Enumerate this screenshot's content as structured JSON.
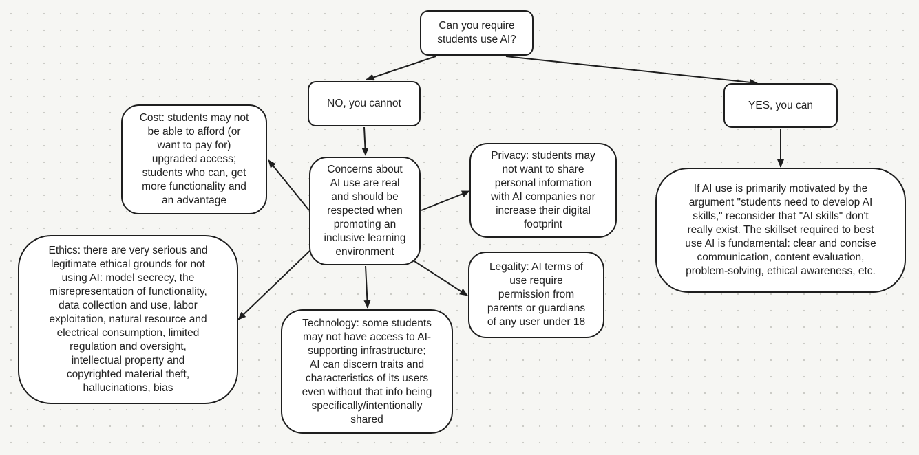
{
  "diagram": {
    "nodes": {
      "root": "Can you require\nstudents use AI?",
      "no": "NO, you cannot",
      "yes": "YES, you can",
      "concerns": "Concerns about\nAI use are real\nand should be\nrespected when\npromoting an\ninclusive learning\nenvironment",
      "cost": "Cost: students may not\nbe able to afford (or\nwant to pay for)\nupgraded access;\nstudents who can, get\nmore functionality and\nan advantage",
      "privacy": "Privacy: students may\nnot want to share\npersonal information\nwith AI companies nor\nincrease their digital\nfootprint",
      "legality": "Legality: AI terms of\nuse require\npermission from\nparents or guardians\nof any user under 18",
      "ethics": "Ethics: there are very serious and\nlegitimate ethical grounds for not\nusing AI: model secrecy, the\nmisrepresentation of functionality,\ndata collection and use, labor\nexploitation, natural resource and\nelectrical consumption, limited\nregulation and oversight,\nintellectual property and\ncopyrighted material theft,\nhallucinations, bias",
      "technology": "Technology: some students\nmay not have access to AI-\nsupporting infrastructure;\nAI can discern traits and\ncharacteristics of its users\neven without that info being\nspecifically/intentionally\nshared",
      "skills": "If AI use is primarily motivated by the\nargument \"students need to develop AI\nskills,\" reconsider that \"AI skills\" don't\nreally exist.  The skillset required to best\nuse AI is fundamental: clear and concise\ncommunication, content evaluation,\nproblem-solving, ethical awareness, etc."
    },
    "edges": [
      {
        "from": "root",
        "to": "no"
      },
      {
        "from": "root",
        "to": "yes"
      },
      {
        "from": "no",
        "to": "concerns"
      },
      {
        "from": "yes",
        "to": "skills"
      },
      {
        "from": "concerns",
        "to": "cost"
      },
      {
        "from": "concerns",
        "to": "privacy"
      },
      {
        "from": "concerns",
        "to": "legality"
      },
      {
        "from": "concerns",
        "to": "ethics"
      },
      {
        "from": "concerns",
        "to": "technology"
      }
    ]
  }
}
